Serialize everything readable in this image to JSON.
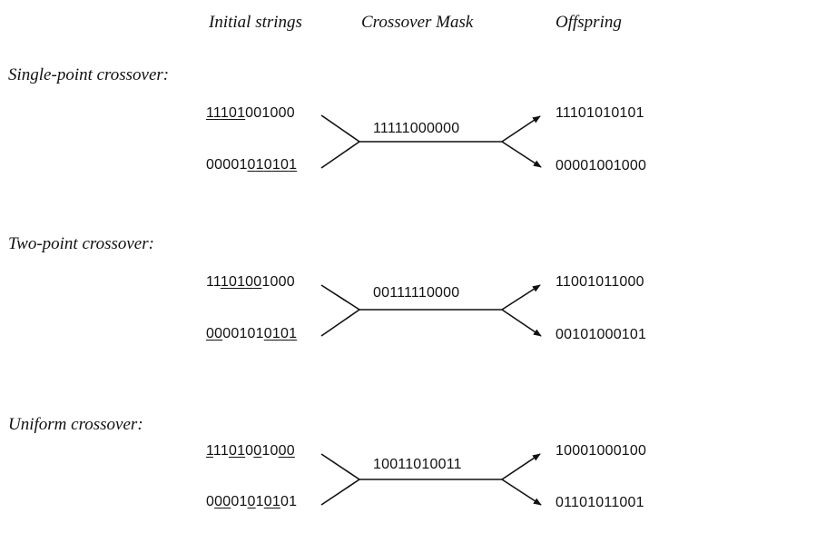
{
  "headers": {
    "initial": "Initial strings",
    "mask": "Crossover Mask",
    "offspring": "Offspring"
  },
  "sections": [
    {
      "label": "Single-point crossover:",
      "parent1": {
        "bits": "11101001000",
        "underline": [
          1,
          1,
          1,
          1,
          1,
          0,
          0,
          0,
          0,
          0,
          0
        ]
      },
      "parent2": {
        "bits": "00001010101",
        "underline": [
          0,
          0,
          0,
          0,
          0,
          1,
          1,
          1,
          1,
          1,
          1
        ]
      },
      "mask": "11111000000",
      "offspring1": "11101010101",
      "offspring2": "00001001000"
    },
    {
      "label": "Two-point crossover:",
      "parent1": {
        "bits": "11101001000",
        "underline": [
          0,
          0,
          1,
          1,
          1,
          1,
          1,
          0,
          0,
          0,
          0
        ]
      },
      "parent2": {
        "bits": "00001010101",
        "underline": [
          1,
          1,
          0,
          0,
          0,
          0,
          0,
          1,
          1,
          1,
          1
        ]
      },
      "mask": "00111110000",
      "offspring1": "11001011000",
      "offspring2": "00101000101"
    },
    {
      "label": "Uniform crossover:",
      "parent1": {
        "bits": "11101001000",
        "underline": [
          1,
          0,
          0,
          1,
          1,
          0,
          1,
          0,
          0,
          1,
          1
        ]
      },
      "parent2": {
        "bits": "00001010101",
        "underline": [
          0,
          1,
          1,
          0,
          0,
          1,
          0,
          1,
          1,
          0,
          0
        ]
      },
      "mask": "10011010011",
      "offspring1": "10001000100",
      "offspring2": "01101011001"
    }
  ]
}
